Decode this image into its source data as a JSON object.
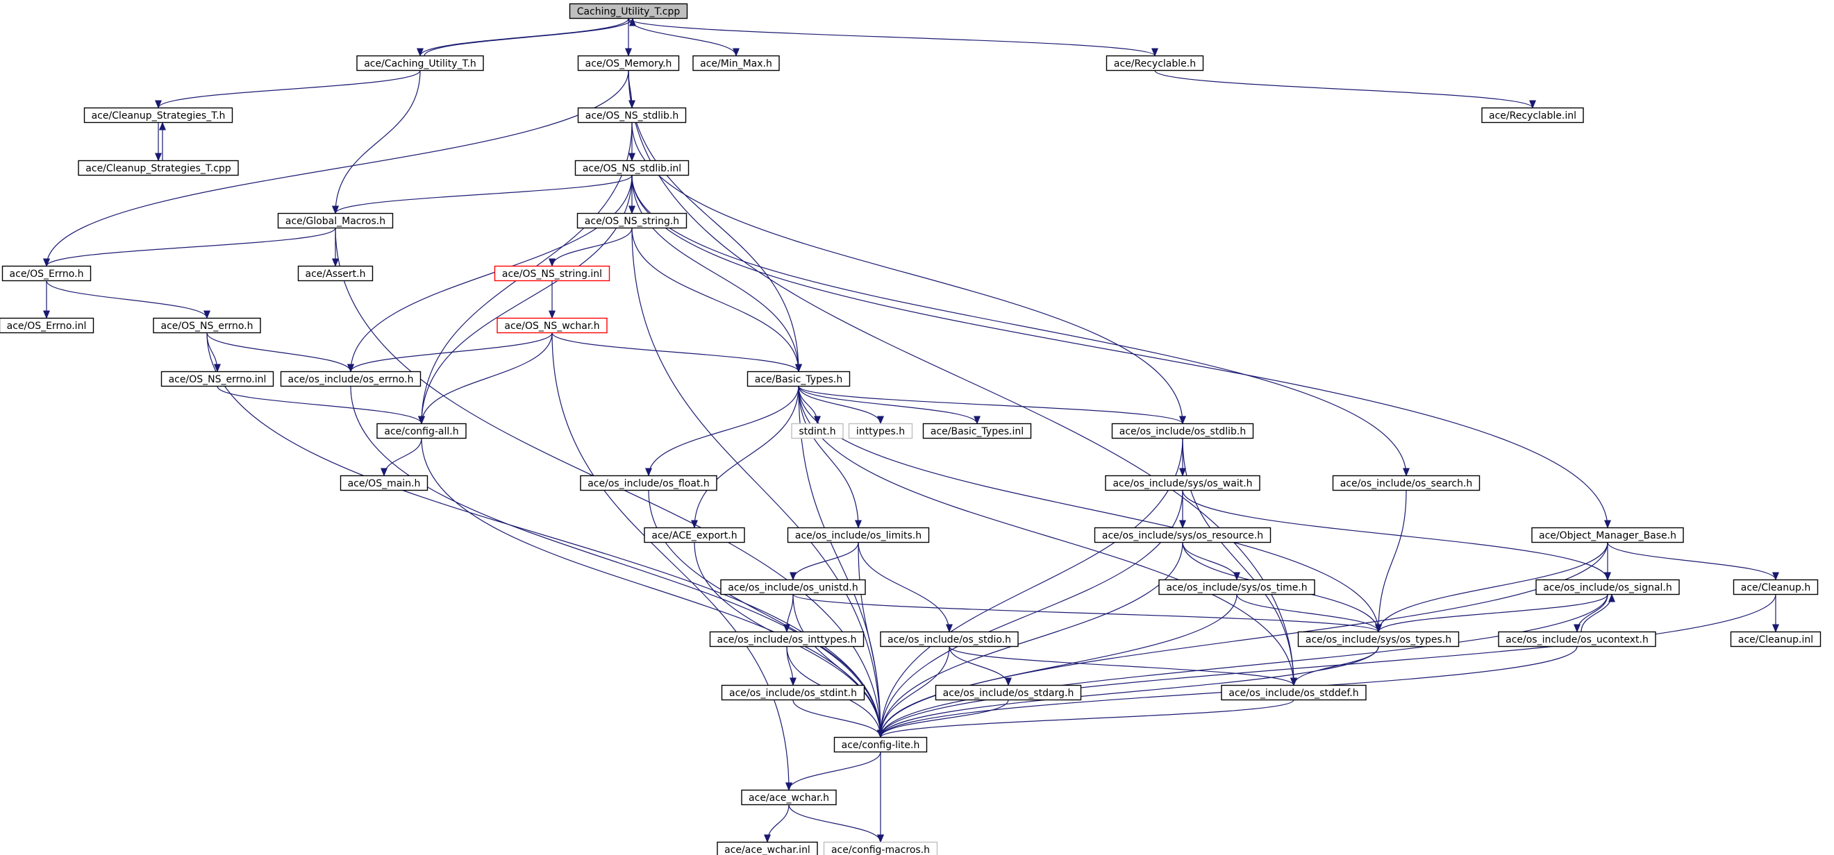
{
  "colors": {
    "edge": "#191970",
    "node_border": "#000000",
    "root_fill": "#bfbfbf",
    "missing_border_red": "#ff0000",
    "external_border_gray": "#bfbfbf"
  },
  "nodes": [
    {
      "id": "root",
      "label": "Caching_Utility_T.cpp",
      "style": "root"
    },
    {
      "id": "cut_h",
      "label": "ace/Caching_Utility_T.h"
    },
    {
      "id": "osmem",
      "label": "ace/OS_Memory.h"
    },
    {
      "id": "minmax",
      "label": "ace/Min_Max.h"
    },
    {
      "id": "recyc_h",
      "label": "ace/Recyclable.h"
    },
    {
      "id": "recyc_inl",
      "label": "ace/Recyclable.inl"
    },
    {
      "id": "clean_h",
      "label": "ace/Cleanup_Strategies_T.h"
    },
    {
      "id": "clean_cpp",
      "label": "ace/Cleanup_Strategies_T.cpp"
    },
    {
      "id": "stdlib_h",
      "label": "ace/OS_NS_stdlib.h"
    },
    {
      "id": "stdlib_inl",
      "label": "ace/OS_NS_stdlib.inl"
    },
    {
      "id": "globmac",
      "label": "ace/Global_Macros.h"
    },
    {
      "id": "string_h",
      "label": "ace/OS_NS_string.h"
    },
    {
      "id": "errno_h",
      "label": "ace/OS_Errno.h"
    },
    {
      "id": "assert",
      "label": "ace/Assert.h"
    },
    {
      "id": "string_inl",
      "label": "ace/OS_NS_string.inl",
      "style": "red"
    },
    {
      "id": "errno_inl",
      "label": "ace/OS_Errno.inl"
    },
    {
      "id": "nserrno_h",
      "label": "ace/OS_NS_errno.h"
    },
    {
      "id": "wchar_h",
      "label": "ace/OS_NS_wchar.h",
      "style": "red"
    },
    {
      "id": "nserrno_inl",
      "label": "ace/OS_NS_errno.inl"
    },
    {
      "id": "osinc_errno",
      "label": "ace/os_include/os_errno.h"
    },
    {
      "id": "basic",
      "label": "ace/Basic_Types.h"
    },
    {
      "id": "config_all",
      "label": "ace/config-all.h"
    },
    {
      "id": "stdint",
      "label": "stdint.h",
      "style": "gray"
    },
    {
      "id": "inttypes",
      "label": "inttypes.h",
      "style": "gray"
    },
    {
      "id": "basic_inl",
      "label": "ace/Basic_Types.inl"
    },
    {
      "id": "os_stdlib",
      "label": "ace/os_include/os_stdlib.h"
    },
    {
      "id": "os_main",
      "label": "ace/OS_main.h"
    },
    {
      "id": "os_float",
      "label": "ace/os_include/os_float.h"
    },
    {
      "id": "sys_wait",
      "label": "ace/os_include/sys/os_wait.h"
    },
    {
      "id": "os_search",
      "label": "ace/os_include/os_search.h"
    },
    {
      "id": "ace_export",
      "label": "ace/ACE_export.h"
    },
    {
      "id": "os_limits",
      "label": "ace/os_include/os_limits.h"
    },
    {
      "id": "sys_resource",
      "label": "ace/os_include/sys/os_resource.h"
    },
    {
      "id": "objmgr",
      "label": "ace/Object_Manager_Base.h"
    },
    {
      "id": "os_unistd",
      "label": "ace/os_include/os_unistd.h"
    },
    {
      "id": "sys_time",
      "label": "ace/os_include/sys/os_time.h"
    },
    {
      "id": "os_signal",
      "label": "ace/os_include/os_signal.h"
    },
    {
      "id": "cleanup_h",
      "label": "ace/Cleanup.h"
    },
    {
      "id": "os_inttypes",
      "label": "ace/os_include/os_inttypes.h"
    },
    {
      "id": "os_stdio",
      "label": "ace/os_include/os_stdio.h"
    },
    {
      "id": "sys_types",
      "label": "ace/os_include/sys/os_types.h"
    },
    {
      "id": "os_ucontext",
      "label": "ace/os_include/os_ucontext.h"
    },
    {
      "id": "cleanup_inl",
      "label": "ace/Cleanup.inl"
    },
    {
      "id": "os_stdint",
      "label": "ace/os_include/os_stdint.h"
    },
    {
      "id": "os_stdarg",
      "label": "ace/os_include/os_stdarg.h"
    },
    {
      "id": "os_stddef",
      "label": "ace/os_include/os_stddef.h"
    },
    {
      "id": "config_lite",
      "label": "ace/config-lite.h"
    },
    {
      "id": "ace_wchar",
      "label": "ace/ace_wchar.h"
    },
    {
      "id": "ace_wchar_inl",
      "label": "ace/ace_wchar.inl"
    },
    {
      "id": "config_macros",
      "label": "ace/config-macros.h",
      "style": "gray"
    }
  ],
  "edges": [
    [
      "root",
      "cut_h"
    ],
    [
      "root",
      "osmem"
    ],
    [
      "root",
      "minmax"
    ],
    [
      "root",
      "recyc_h"
    ],
    [
      "cut_h",
      "root"
    ],
    [
      "cut_h",
      "clean_h"
    ],
    [
      "cut_h",
      "globmac"
    ],
    [
      "clean_h",
      "clean_cpp"
    ],
    [
      "clean_cpp",
      "clean_h"
    ],
    [
      "recyc_h",
      "recyc_inl"
    ],
    [
      "osmem",
      "stdlib_h"
    ],
    [
      "osmem",
      "errno_h"
    ],
    [
      "osmem",
      "basic"
    ],
    [
      "osmem",
      "os_stddef"
    ],
    [
      "stdlib_h",
      "stdlib_inl"
    ],
    [
      "stdlib_h",
      "config_all"
    ],
    [
      "stdlib_h",
      "os_stdlib"
    ],
    [
      "stdlib_inl",
      "globmac"
    ],
    [
      "stdlib_inl",
      "string_h"
    ],
    [
      "stdlib_inl",
      "osinc_errno"
    ],
    [
      "stdlib_inl",
      "config_all"
    ],
    [
      "stdlib_inl",
      "basic"
    ],
    [
      "stdlib_inl",
      "os_search"
    ],
    [
      "stdlib_inl",
      "objmgr"
    ],
    [
      "globmac",
      "errno_h"
    ],
    [
      "globmac",
      "assert"
    ],
    [
      "globmac",
      "config_lite"
    ],
    [
      "string_h",
      "string_inl"
    ],
    [
      "string_h",
      "basic"
    ],
    [
      "string_h",
      "config_lite"
    ],
    [
      "string_inl",
      "wchar_h"
    ],
    [
      "wchar_h",
      "osinc_errno"
    ],
    [
      "wchar_h",
      "config_all"
    ],
    [
      "wchar_h",
      "basic"
    ],
    [
      "wchar_h",
      "ace_wchar"
    ],
    [
      "errno_h",
      "errno_inl"
    ],
    [
      "errno_h",
      "nserrno_h"
    ],
    [
      "nserrno_h",
      "nserrno_inl"
    ],
    [
      "nserrno_h",
      "osinc_errno"
    ],
    [
      "nserrno_h",
      "config_lite"
    ],
    [
      "nserrno_inl",
      "config_all"
    ],
    [
      "osinc_errno",
      "config_lite"
    ],
    [
      "config_all",
      "os_main"
    ],
    [
      "config_all",
      "config_lite"
    ],
    [
      "basic",
      "stdint"
    ],
    [
      "basic",
      "inttypes"
    ],
    [
      "basic",
      "basic_inl"
    ],
    [
      "basic",
      "os_stdlib"
    ],
    [
      "basic",
      "os_float"
    ],
    [
      "basic",
      "ace_export"
    ],
    [
      "basic",
      "os_limits"
    ],
    [
      "basic",
      "config_lite"
    ],
    [
      "basic",
      "sys_types"
    ],
    [
      "basic",
      "os_stddef"
    ],
    [
      "os_stdlib",
      "sys_wait"
    ],
    [
      "os_stdlib",
      "os_stddef"
    ],
    [
      "os_stdlib",
      "config_lite"
    ],
    [
      "sys_wait",
      "sys_resource"
    ],
    [
      "sys_wait",
      "os_signal"
    ],
    [
      "sys_wait",
      "config_lite"
    ],
    [
      "sys_resource",
      "sys_time"
    ],
    [
      "sys_resource",
      "sys_types"
    ],
    [
      "sys_resource",
      "config_lite"
    ],
    [
      "sys_time",
      "sys_types"
    ],
    [
      "sys_time",
      "config_lite"
    ],
    [
      "os_search",
      "sys_types"
    ],
    [
      "os_float",
      "config_lite"
    ],
    [
      "ace_export",
      "config_lite"
    ],
    [
      "os_limits",
      "os_unistd"
    ],
    [
      "os_limits",
      "os_stdio"
    ],
    [
      "os_limits",
      "config_lite"
    ],
    [
      "os_unistd",
      "os_inttypes"
    ],
    [
      "os_unistd",
      "sys_types"
    ],
    [
      "os_unistd",
      "config_lite"
    ],
    [
      "os_inttypes",
      "os_stdint"
    ],
    [
      "os_inttypes",
      "config_lite"
    ],
    [
      "os_stdint",
      "config_lite"
    ],
    [
      "os_stdio",
      "os_stdarg"
    ],
    [
      "os_stdio",
      "os_stddef"
    ],
    [
      "os_stdio",
      "config_lite"
    ],
    [
      "os_stdarg",
      "config_lite"
    ],
    [
      "objmgr",
      "os_signal"
    ],
    [
      "objmgr",
      "cleanup_h"
    ],
    [
      "objmgr",
      "sys_types"
    ],
    [
      "objmgr",
      "config_lite"
    ],
    [
      "os_signal",
      "os_ucontext"
    ],
    [
      "os_signal",
      "sys_types"
    ],
    [
      "os_signal",
      "config_lite"
    ],
    [
      "os_ucontext",
      "os_signal"
    ],
    [
      "os_ucontext",
      "config_lite"
    ],
    [
      "cleanup_h",
      "cleanup_inl"
    ],
    [
      "cleanup_h",
      "config_lite"
    ],
    [
      "sys_types",
      "os_stddef"
    ],
    [
      "sys_types",
      "config_lite"
    ],
    [
      "os_stddef",
      "config_lite"
    ],
    [
      "config_lite",
      "ace_wchar"
    ],
    [
      "config_lite",
      "config_macros"
    ],
    [
      "ace_wchar",
      "ace_wchar_inl"
    ],
    [
      "ace_wchar",
      "config_macros"
    ]
  ]
}
